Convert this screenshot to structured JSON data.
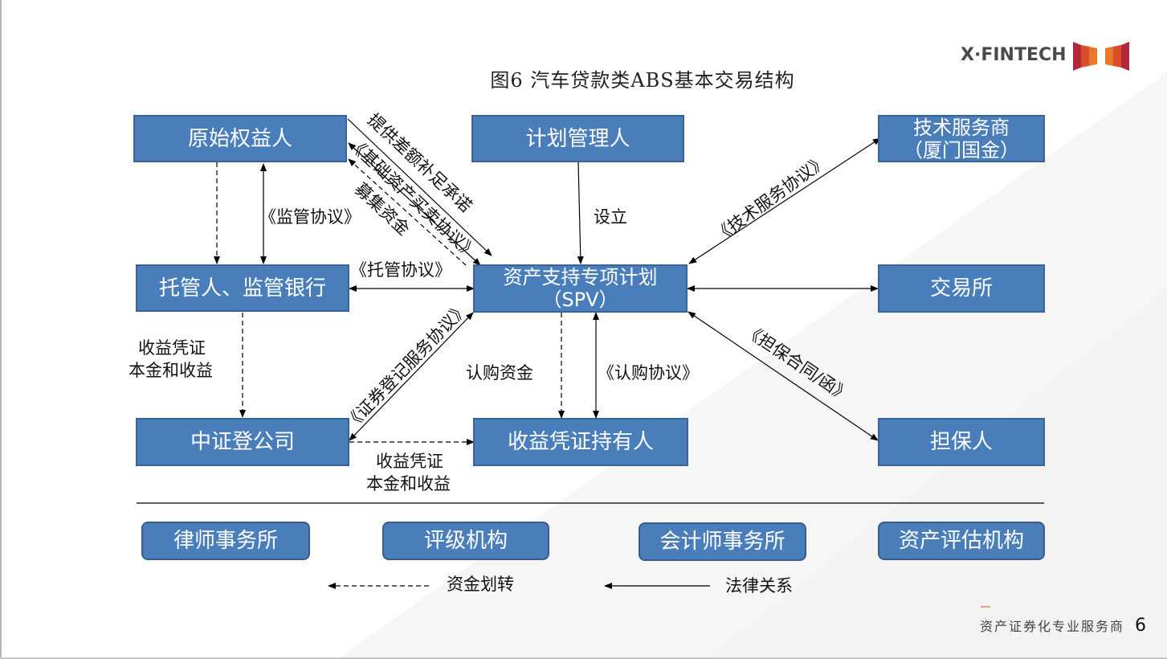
{
  "title": "图6 汽车贷款类ABS基本交易结构",
  "logo": {
    "text": "X·FINTECH",
    "colors": [
      "#c0392b",
      "#e67e22",
      "#a51d2d"
    ]
  },
  "colors": {
    "box_fill": "#4a7ebb",
    "box_border": "#3a6496",
    "box_text": "#ffffff",
    "line": "#000000"
  },
  "nodes": {
    "originator": "原始权益人",
    "plan_manager": "计划管理人",
    "tech_provider_line1": "技术服务商",
    "tech_provider_line2": "（厦门国金）",
    "custodian": "托管人、监管银行",
    "spv_line1": "资产支持专项计划",
    "spv_line2": "（SPV）",
    "exchange": "交易所",
    "csdc": "中证登公司",
    "holders": "收益凭证持有人",
    "guarantor": "担保人"
  },
  "edge_labels": {
    "difference_commitment": "提供差额补足承诺",
    "asset_purchase": "《基础资产买卖协议》",
    "raise_funds": "募集资金",
    "supervision": "《监管协议》",
    "establish": "设立",
    "tech_service": "《技术服务协议》",
    "custody": "《托管协议》",
    "registration": "《证券登记服务协议》",
    "subscription_funds": "认购资金",
    "subscription_agreement": "《认购协议》",
    "guarantee": "《担保合同/函》",
    "cert_left_line1": "收益凭证",
    "cert_left_line2": "本金和收益",
    "cert_bottom_line1": "收益凭证",
    "cert_bottom_line2": "本金和收益"
  },
  "service_providers": [
    "律师事务所",
    "评级机构",
    "会计师事务所",
    "资产评估机构"
  ],
  "legend": {
    "fund_transfer": "资金划转",
    "legal_relation": "法律关系"
  },
  "footer": {
    "tagline": "资产证券化专业服务商",
    "page": "6"
  }
}
